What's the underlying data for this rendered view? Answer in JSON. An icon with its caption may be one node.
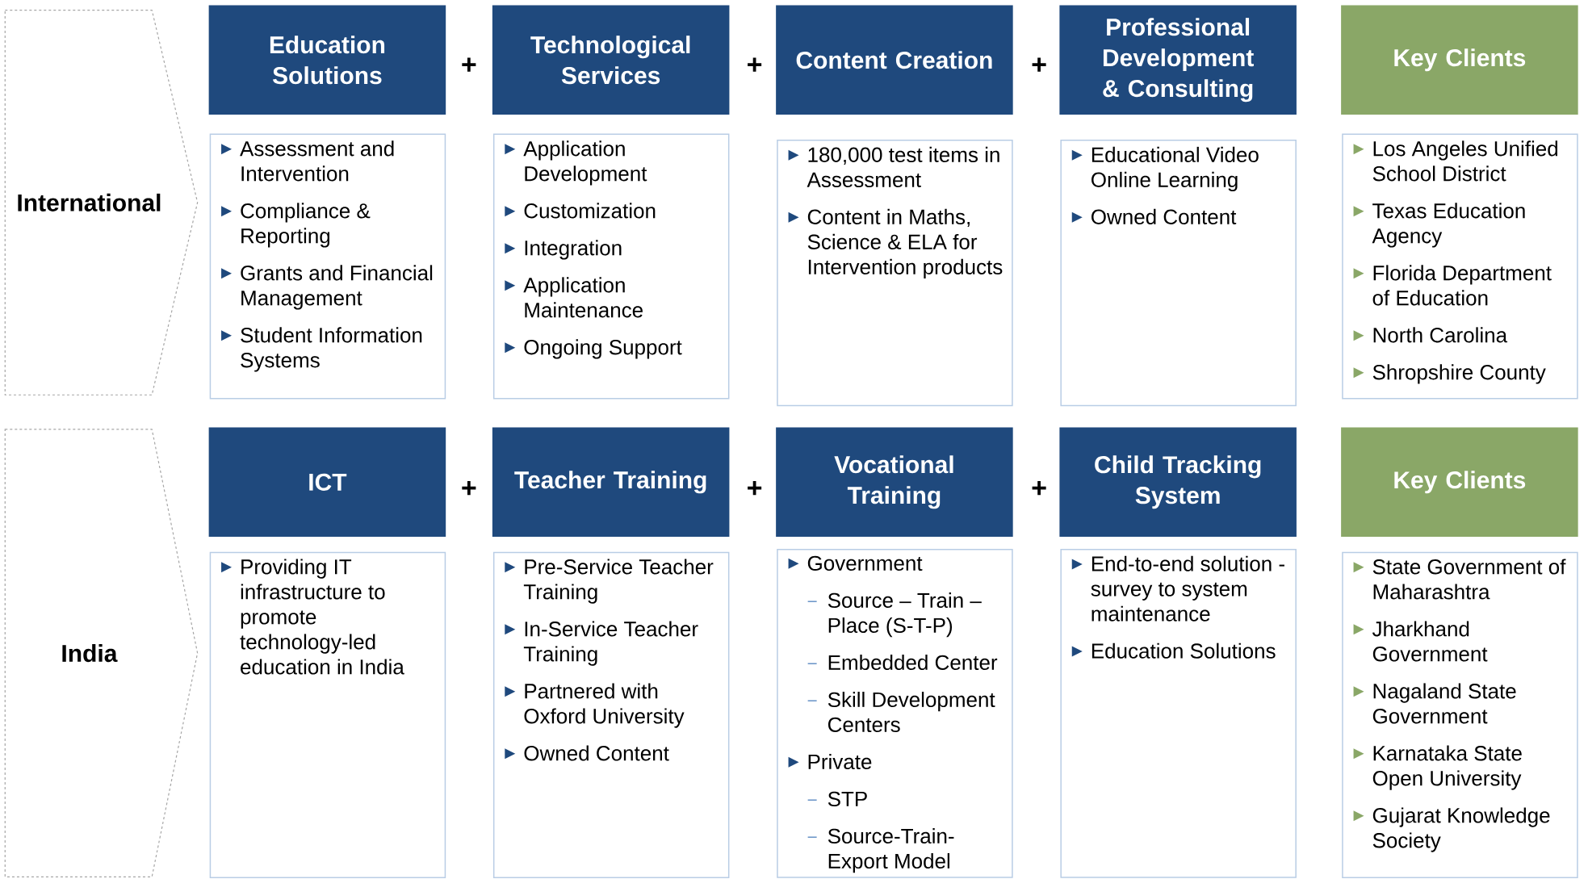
{
  "diagram": {
    "nodes": [
      {
        "text": [
          "International"
        ]
      },
      {
        "text": [
          "Education Solutions"
        ]
      },
      {
        "text": [
          "Technological Services"
        ]
      },
      {
        "text": [
          "Content Creation"
        ]
      },
      {
        "text": [
          "Professional Development & Consulting"
        ]
      },
      {
        "text": [
          "Key Clients"
        ]
      },
      {
        "text": [
          "Assessment and Intervention",
          "Compliance & Reporting",
          "Grants and Financial Management",
          "Student Information Systems"
        ]
      },
      {
        "text": [
          "Application Development",
          "Customization",
          "Integration",
          "Application Maintenance",
          "Ongoing Support"
        ]
      },
      {
        "text": [
          "180,000 test items in Assessment",
          "Content in Maths, Science & ELA for Intervention products"
        ]
      },
      {
        "text": [
          "Educational Video Online Learning",
          "Owned Content"
        ]
      },
      {
        "text": [
          "Los Angeles Unified School District",
          "Texas Education Agency",
          "Florida Department of Education",
          "North Carolina",
          "Shropshire County"
        ]
      },
      {
        "text": [
          "India"
        ]
      },
      {
        "text": [
          "ICT"
        ]
      },
      {
        "text": [
          "Teacher Training"
        ]
      },
      {
        "text": [
          "Vocational Training"
        ]
      },
      {
        "text": [
          "Child Tracking System"
        ]
      },
      {
        "text": [
          "Key Clients"
        ]
      },
      {
        "text": [
          "Providing IT infrastructure to promote technology-led education in India"
        ]
      },
      {
        "text": [
          "Pre-Service Teacher Training",
          "In-Service Teacher Training",
          "Partnered with Oxford University",
          "Owned Content"
        ]
      },
      {
        "text": [
          "Government",
          "Source – Train – Place (S-T-P)",
          "Embedded Center",
          "Skill Development Centers",
          "Private",
          "STP",
          "Source-Train-Export Model"
        ]
      },
      {
        "text": [
          "End-to-end solution - survey to system maintenance",
          "Education Solutions"
        ]
      },
      {
        "text": [
          "State Government of Maharashtra",
          "Jharkhand Government",
          "Nagaland State Government",
          "Karnataka State Open University",
          "Gujarat Knowledge Society"
        ]
      }
    ],
    "labels": [
      "+",
      "+",
      "+",
      "+",
      "+",
      "+"
    ]
  }
}
